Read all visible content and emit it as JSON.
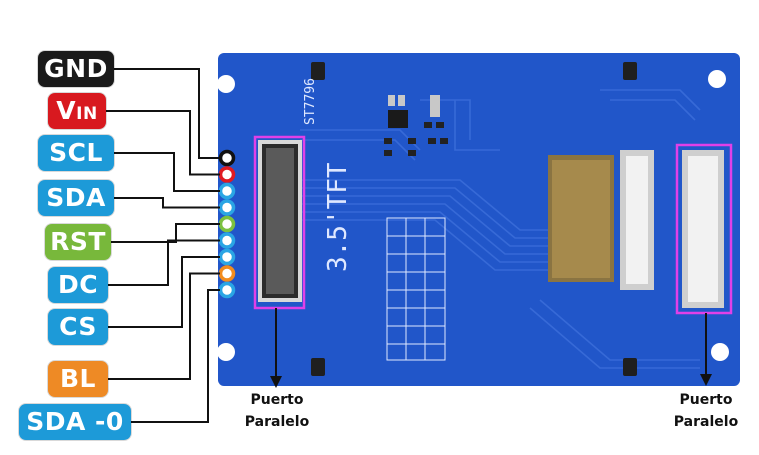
{
  "pins": [
    {
      "key": "gnd",
      "label": "GND",
      "sub": "",
      "color": "#1a1a1a",
      "dot": "#111111"
    },
    {
      "key": "vin",
      "label": "V",
      "sub": "IN",
      "color": "#d8191f",
      "dot": "#e01b22"
    },
    {
      "key": "scl",
      "label": "SCL",
      "sub": "",
      "color": "#1d9ad8",
      "dot": "#2aa5e4"
    },
    {
      "key": "sda",
      "label": "SDA",
      "sub": "",
      "color": "#1d9ad8",
      "dot": "#2aa5e4"
    },
    {
      "key": "rst",
      "label": "RST",
      "sub": "",
      "color": "#78b83b",
      "dot": "#7cc140"
    },
    {
      "key": "dc",
      "label": "DC",
      "sub": "",
      "color": "#1d9ad8",
      "dot": "#2aa5e4"
    },
    {
      "key": "cs",
      "label": "CS",
      "sub": "",
      "color": "#1d9ad8",
      "dot": "#2aa5e4"
    },
    {
      "key": "bl",
      "label": "BL",
      "sub": "",
      "color": "#ee8a25",
      "dot": "#f28c1e"
    },
    {
      "key": "sda0",
      "label": "SDA -0",
      "sub": "",
      "color": "#1d9ad8",
      "dot": "#2aa5e4"
    }
  ],
  "ports": {
    "left": {
      "line1": "Puerto",
      "line2": "Paralelo"
    },
    "right": {
      "line1": "Puerto",
      "line2": "Paralelo"
    }
  },
  "board": {
    "color": "#2156c9",
    "chip_label": "ST7796",
    "display_label": "3.5'TFT"
  }
}
